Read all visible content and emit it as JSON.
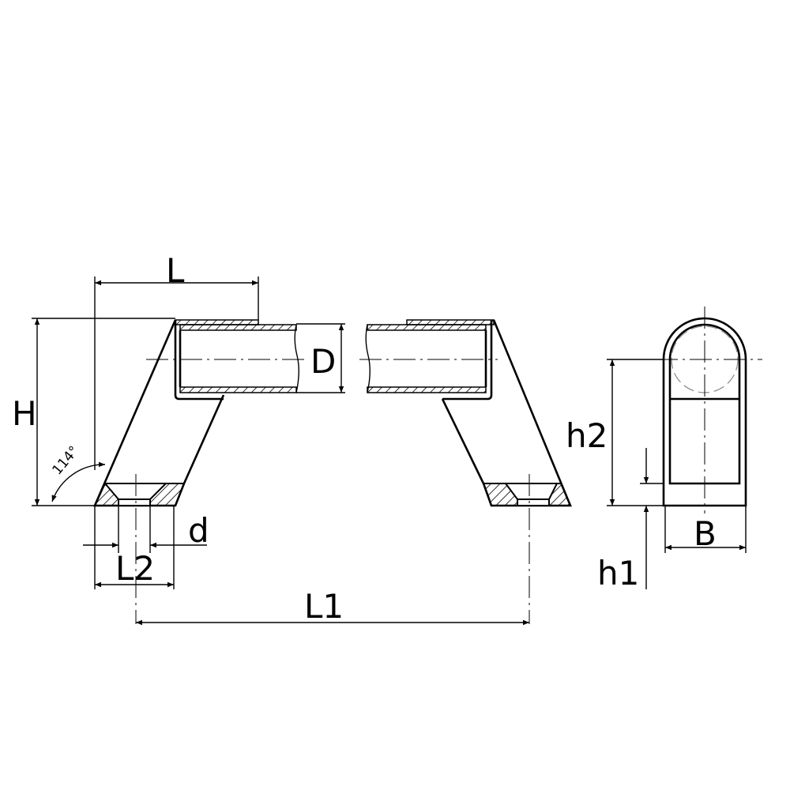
{
  "labels": {
    "L": "L",
    "H": "H",
    "D": "D",
    "d": "d",
    "L1": "L1",
    "L2": "L2",
    "h1": "h1",
    "h2": "h2",
    "B": "B",
    "angle": "114°"
  },
  "colors": {
    "line": "#000000",
    "background": "#ffffff",
    "hidden_line": "#888888"
  }
}
